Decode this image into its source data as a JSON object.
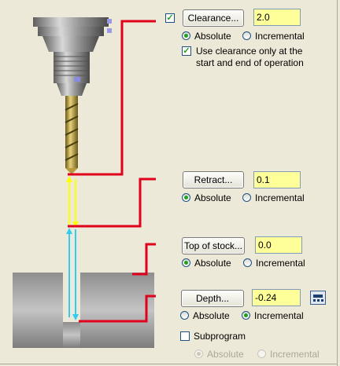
{
  "clearance": {
    "enabled_checked": true,
    "button_label": "Clearance...",
    "value": "2.0",
    "mode_absolute": "Absolute",
    "mode_incremental": "Incremental",
    "selected": "absolute",
    "use_clearance_label_line1": "Use clearance only at the",
    "use_clearance_label_line2": "start and end of operation",
    "use_clearance_checked": true
  },
  "retract": {
    "button_label": "Retract...",
    "value": "0.1",
    "mode_absolute": "Absolute",
    "mode_incremental": "Incremental",
    "selected": "absolute"
  },
  "top_of_stock": {
    "button_label": "Top of stock...",
    "value": "0.0",
    "mode_absolute": "Absolute",
    "mode_incremental": "Incremental",
    "selected": "absolute"
  },
  "depth": {
    "button_label": "Depth...",
    "value": "-0.24",
    "mode_absolute": "Absolute",
    "mode_incremental": "Incremental",
    "selected": "incremental",
    "calculator_icon": "calculator-icon"
  },
  "subprogram": {
    "label": "Subprogram",
    "checked": false,
    "mode_absolute": "Absolute",
    "mode_incremental": "Incremental",
    "selected": "absolute",
    "disabled": true
  },
  "colors": {
    "field_bg": "#ffff99",
    "red_leader": "#e0001b",
    "yellow_arrow": "#ffff00",
    "cyan_arrow": "#33ccee",
    "stock": "#9a9a9a",
    "dialog_bg": "#ece9d8"
  }
}
